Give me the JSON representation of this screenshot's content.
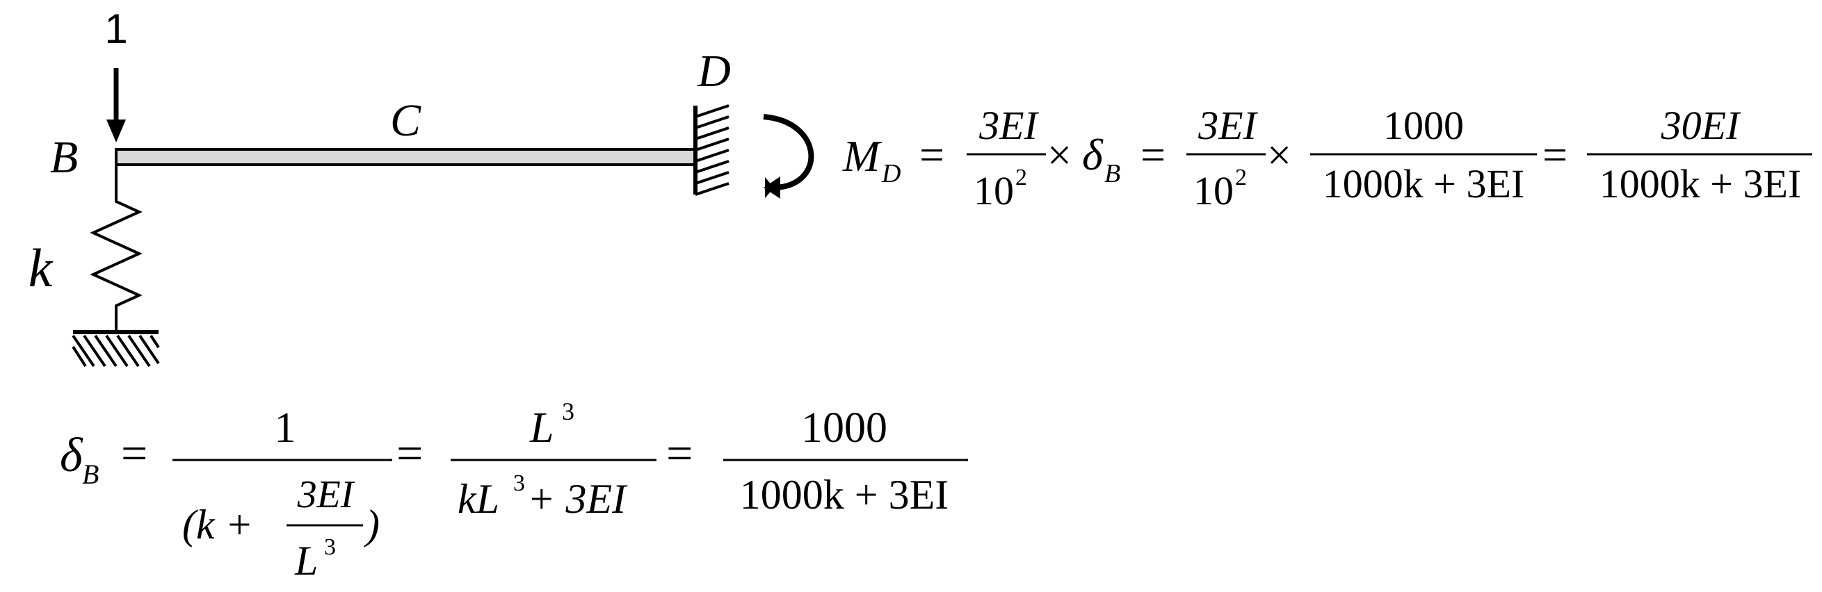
{
  "diagram": {
    "load": {
      "value": "1"
    },
    "labels": {
      "B": "B",
      "C": "C",
      "D": "D",
      "k": "k"
    }
  },
  "eq_moment": {
    "lhs_M": "M",
    "lhs_sub": "D",
    "eq1": "=",
    "f1_num": "3EI",
    "f1_den_base": "10",
    "f1_den_exp": "2",
    "times1": "×",
    "delta": "δ",
    "delta_sub": "B",
    "eq2": "=",
    "f2_num": "3EI",
    "f2_den_base": "10",
    "f2_den_exp": "2",
    "times2": "×",
    "f3_num": "1000",
    "f3_den": "1000k + 3EI",
    "eq3": "=",
    "f4_num": "30EI",
    "f4_den": "1000k + 3EI"
  },
  "eq_deflection": {
    "lhs_delta": "δ",
    "lhs_sub": "B",
    "eq1": "=",
    "f1_num": "1",
    "f1_den_open": "(k +",
    "f1_inner_num": "3EI",
    "f1_inner_den_base": "L",
    "f1_inner_den_exp": "3",
    "f1_den_close": ")",
    "eq2": "=",
    "f2_num_base": "L",
    "f2_num_exp": "3",
    "f2_den_a": "kL",
    "f2_den_exp": "3",
    "f2_den_b": " + 3EI",
    "eq3": "=",
    "f3_num": "1000",
    "f3_den": "1000k + 3EI"
  }
}
